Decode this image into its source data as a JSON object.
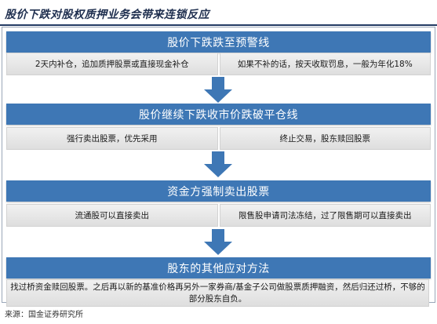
{
  "title": "股价下跌对股权质押业务会带来连锁反应",
  "colors": {
    "header": "#3e77b5",
    "arrow": "#3e77b5",
    "cell": "#e6e6e6",
    "title": "#1f2f4f"
  },
  "steps": [
    {
      "header": "股价下跌跌至预警线",
      "cells": [
        "2天内补仓，追加质押股票或直接现金补仓",
        "如果不补的话，按天收取罚息，一般为年化18%"
      ]
    },
    {
      "header": "股价继续下跌收市价跌破平仓线",
      "cells": [
        "强行卖出股票，优先采用",
        "终止交易，股东赎回股票"
      ]
    },
    {
      "header": "资金方强制卖出股票",
      "cells": [
        "流通股可以直接卖出",
        "限售股申请司法冻结，过了限售期可以直接卖出"
      ]
    },
    {
      "header": "股东的其他应对方法",
      "cells": [
        "找过桥资金赎回股票。之后再以新的基准价格再另外一家券商/基金子公司做股票质押融资，然后归还过桥，不够的部分股东自负。"
      ]
    }
  ],
  "source": "来源：国金证券研究所"
}
